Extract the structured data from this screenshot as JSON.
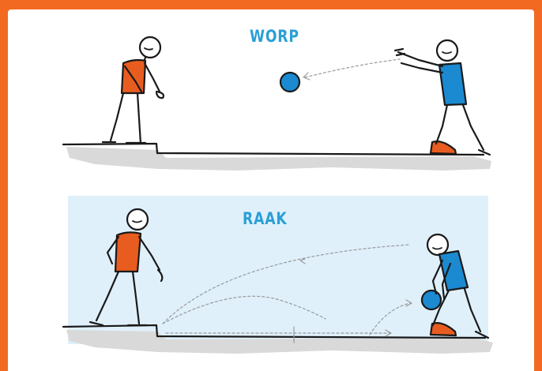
{
  "colors": {
    "frame": "#f26a21",
    "thrower_shirt": "#1b8ad1",
    "receiver_shirt": "#e85d1f",
    "ball": "#1b8ad1",
    "title": "#2a9fd6",
    "panel_bg": "#dff0fb",
    "ground": "#d9d9d9",
    "ink": "#1a1a1a"
  },
  "panels": [
    {
      "id": "worp",
      "title": "WORP"
    },
    {
      "id": "raak",
      "title": "RAAK"
    }
  ]
}
